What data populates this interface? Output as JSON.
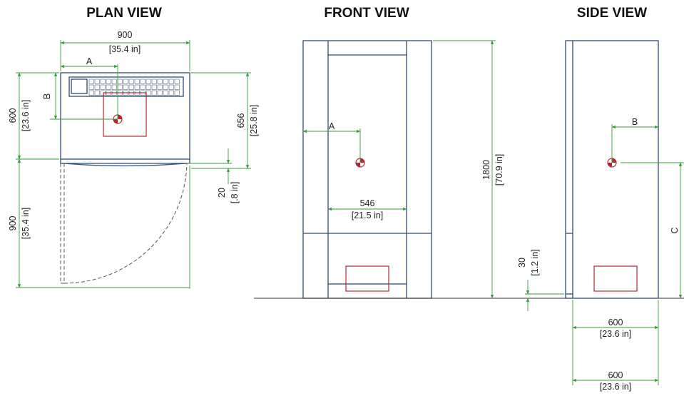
{
  "views": {
    "plan": {
      "title": "PLAN VIEW",
      "dims": {
        "width_mm": "900",
        "width_in": "[35.4 in]",
        "depth_mm": "600",
        "depth_in": "[23.6 in]",
        "door_mm": "900",
        "door_in": "[35.4 in]",
        "total_mm": "656",
        "total_in": "[25.8 in]",
        "gap_mm": "20",
        "gap_in": "[.8 in]",
        "label_a": "A",
        "label_b": "B"
      }
    },
    "front": {
      "title": "FRONT VIEW",
      "dims": {
        "height_mm": "1800",
        "height_in": "[70.9 in]",
        "inner_mm": "546",
        "inner_in": "[21.5 in]",
        "label_a": "A"
      }
    },
    "side": {
      "title": "SIDE VIEW",
      "dims": {
        "foot_mm": "30",
        "foot_in": "[1.2 in]",
        "depth1_mm": "600",
        "depth1_in": "[23.6 in]",
        "depth2_mm": "600",
        "depth2_in": "[23.6 in]",
        "label_b": "B",
        "label_c": "C"
      }
    }
  },
  "colors": {
    "body": "#2f4b73",
    "dimension": "#3a9a3a",
    "marker": "#b02a35"
  }
}
